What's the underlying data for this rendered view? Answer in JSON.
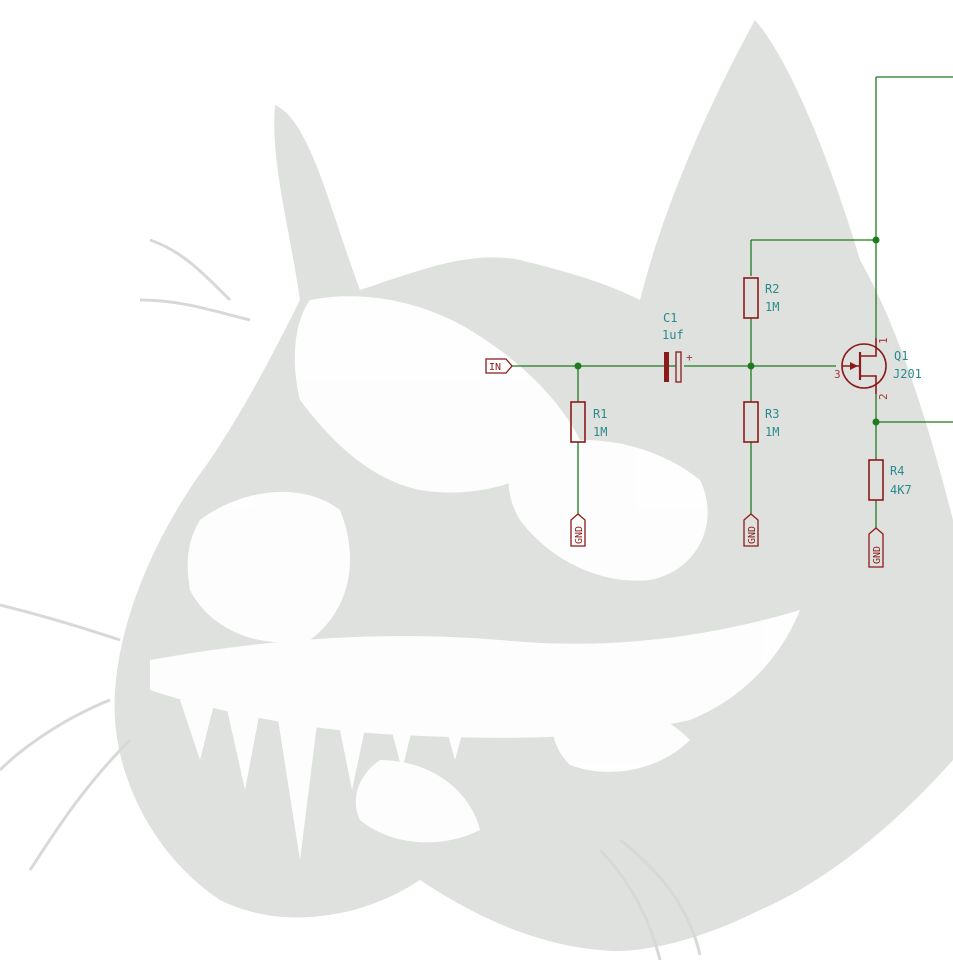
{
  "colors": {
    "wire": "#1f7a1f",
    "junction": "#1f7a1f",
    "component": "#8b1a1a",
    "text": "#2b8a8a",
    "background_art": "#d9dbd9"
  },
  "background": {
    "icon": "cat-skull-illustration"
  },
  "components": {
    "c1": {
      "ref": "C1",
      "value": "1uf",
      "polarity": "+"
    },
    "r1": {
      "ref": "R1",
      "value": "1M"
    },
    "r2": {
      "ref": "R2",
      "value": "1M"
    },
    "r3": {
      "ref": "R3",
      "value": "1M"
    },
    "r4": {
      "ref": "R4",
      "value": "4K7"
    },
    "q1": {
      "ref": "Q1",
      "value": "J201",
      "pin_drain": "1",
      "pin_source": "2",
      "pin_gate": "3"
    }
  },
  "ports": {
    "input": "IN",
    "gnd1": "GND",
    "gnd2": "GND",
    "gnd3": "GND"
  }
}
